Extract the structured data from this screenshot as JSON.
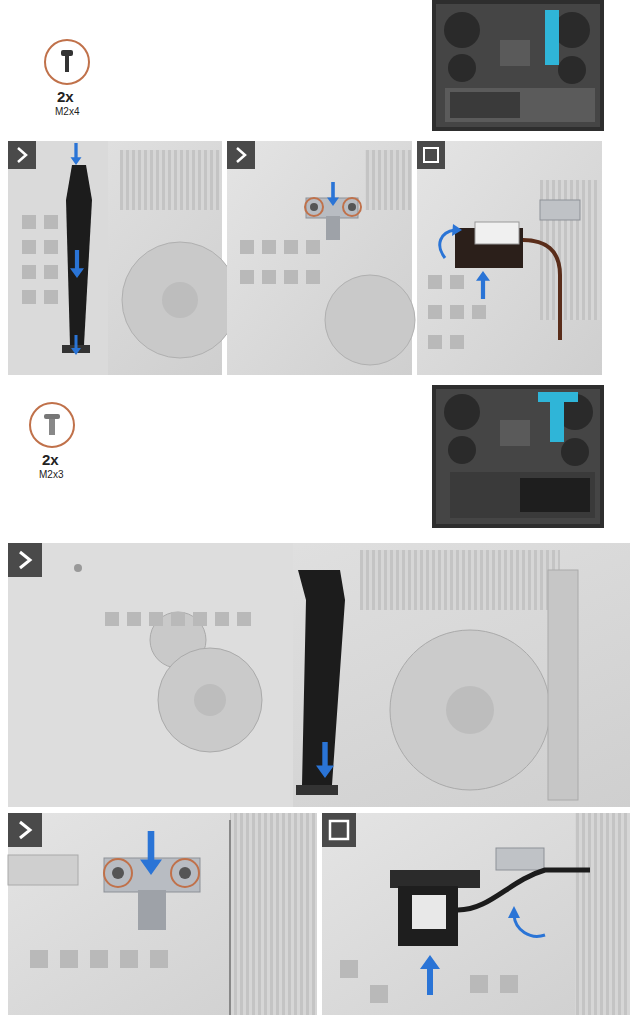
{
  "diagram": {
    "labels": [
      "2x",
      "M2x4",
      "2x",
      "M2x3"
    ]
  }
}
